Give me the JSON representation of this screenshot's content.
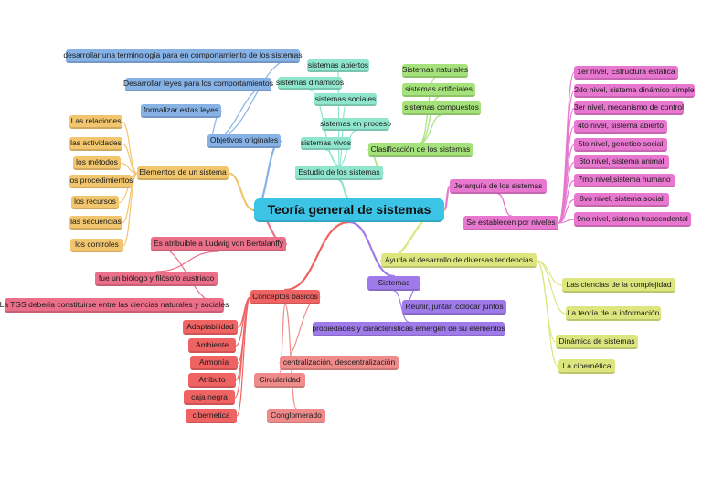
{
  "root": {
    "label": "Teoría general de sistemas",
    "color": "#3cc4e6"
  },
  "colors": {
    "blue": "#86b2e6",
    "mint": "#8fe6cc",
    "green": "#a6e27c",
    "orange": "#f1c66e",
    "magenta": "#e777cf",
    "lime": "#dde67e",
    "purple": "#9f7bea",
    "pink": "#eb6f89",
    "red": "#ef6363",
    "salmon": "#f08b8b"
  },
  "branches": {
    "objetivos": {
      "label": "Objetivos originales",
      "children": [
        "formalizar estas leyes",
        "Desarrollar leyes para los comportamientos",
        "desarrollar una terminología para en comportamiento de los sistemas"
      ]
    },
    "elementos": {
      "label": "Elementos de un sistema",
      "children": [
        "Las relaciones",
        "las actividades",
        "los métodos",
        "los procedimientos",
        "los recursos",
        "las secuencias",
        "los controles"
      ]
    },
    "estudio": {
      "label": "Estudio de los sistemas",
      "children": [
        "sistemas abiertos",
        "sistemas dinámicos",
        "sistemas sociales",
        "sistemas en proceso",
        "sistemas vivos"
      ]
    },
    "clasificacion": {
      "label": "Clasificación de los sistemas",
      "children": [
        "Sistemas naturales",
        "sistemas artificiales",
        "sistemas compuestos"
      ]
    },
    "jerarquia": {
      "label": "Jerarquía de los sistemas",
      "sub": "Se establecen por niveles",
      "children": [
        "1er nivel, Estructura estatica",
        "2do nivel, sistema dinámico simple",
        "3er nivel, mecanismo de control",
        "4to nivel, sistema abierto",
        "5to nivel, genetico social",
        "6to nivel, sistema animal",
        "7mo nivel,sistema humano",
        "8vo nivel, sistema social",
        "9no nivel, sistema trascendental"
      ]
    },
    "ayuda": {
      "label": "Ayuda al desarrollo de diversas tendencias",
      "children": [
        "Las ciencias de la complejidad",
        "La teoría de la información",
        "Dinámica de sistemas",
        "La cibernética"
      ]
    },
    "sistemas": {
      "label": "Sistemas",
      "children": [
        "Reunir, juntar, colocar juntos",
        "propiedades y características emergen de su elementos"
      ]
    },
    "bertalanffy": {
      "label": "Es atribuible a Ludwig von Bertalanffy",
      "children": [
        "fue un biólogo y filósofo austriaco",
        "La TGS debería constituirse entre las ciencias naturales y sociales"
      ]
    },
    "conceptos": {
      "label": "Conceptos basicos",
      "children": [
        "Adaptabilidad",
        "Ambiente",
        "Armonía",
        "Atributo",
        "caja negra",
        "cibernetica"
      ],
      "extra": [
        "centralización, descentralización",
        "Circularidad",
        "Conglomerado"
      ]
    }
  }
}
